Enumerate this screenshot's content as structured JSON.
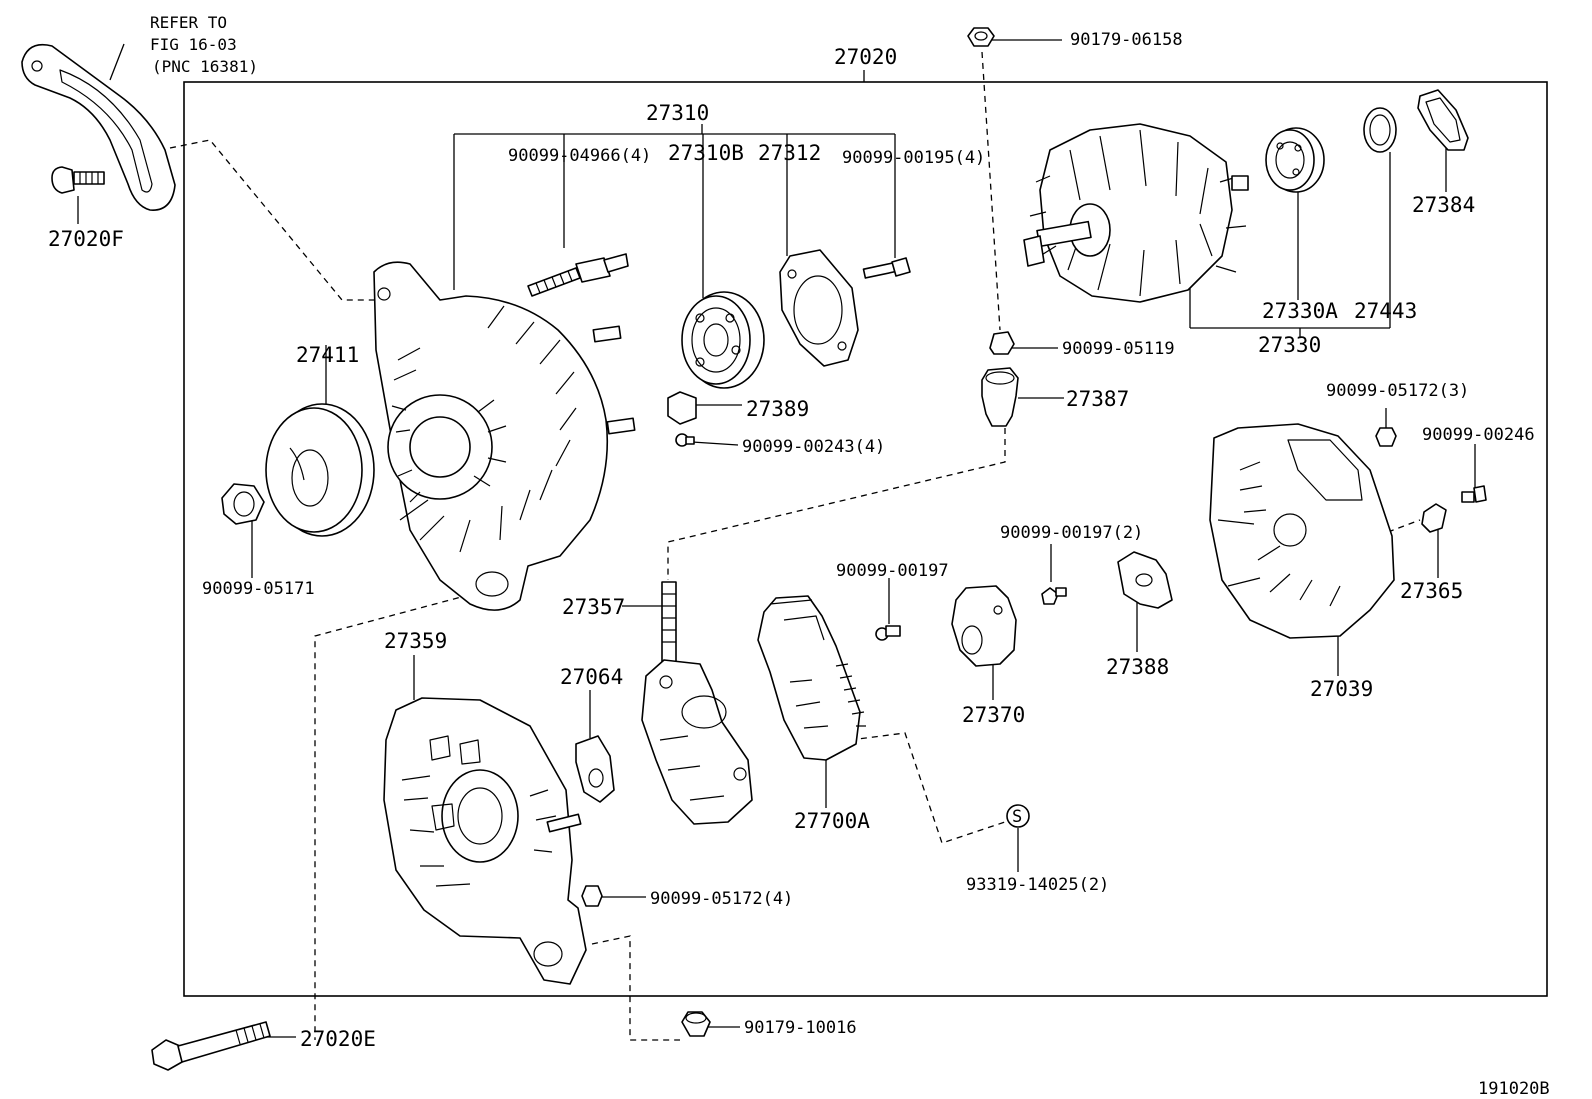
{
  "figure_id": "191020B",
  "reference": {
    "line1": "REFER TO",
    "line2": "FIG 16-03",
    "line3": "(PNC 16381)"
  },
  "labels": {
    "p27020": "27020",
    "p27020F": "27020F",
    "p27020E": "27020E",
    "p27310": "27310",
    "p27310B": "27310B",
    "p27312": "27312",
    "p90099_04966": "90099-04966(4)",
    "p90099_00195": "90099-00195(4)",
    "p90179_06158": "90179-06158",
    "p27411": "27411",
    "p90099_05171": "90099-05171",
    "p27389": "27389",
    "p90099_00243": "90099-00243(4)",
    "p90099_05119": "90099-05119",
    "p27387": "27387",
    "p27384": "27384",
    "p27330A": "27330A",
    "p27443": "27443",
    "p27330": "27330",
    "p90099_05172_3": "90099-05172(3)",
    "p90099_00246": "90099-00246",
    "p27365": "27365",
    "p27039": "27039",
    "p90099_00197_2": "90099-00197(2)",
    "p90099_00197": "90099-00197",
    "p27388": "27388",
    "p27370": "27370",
    "p27357": "27357",
    "p27064": "27064",
    "p27359": "27359",
    "p27700A": "27700A",
    "p93319_14025": "93319-14025(2)",
    "p90099_05172_4": "90099-05172(4)",
    "p90179_10016": "90179-10016",
    "sym_s": "S"
  }
}
